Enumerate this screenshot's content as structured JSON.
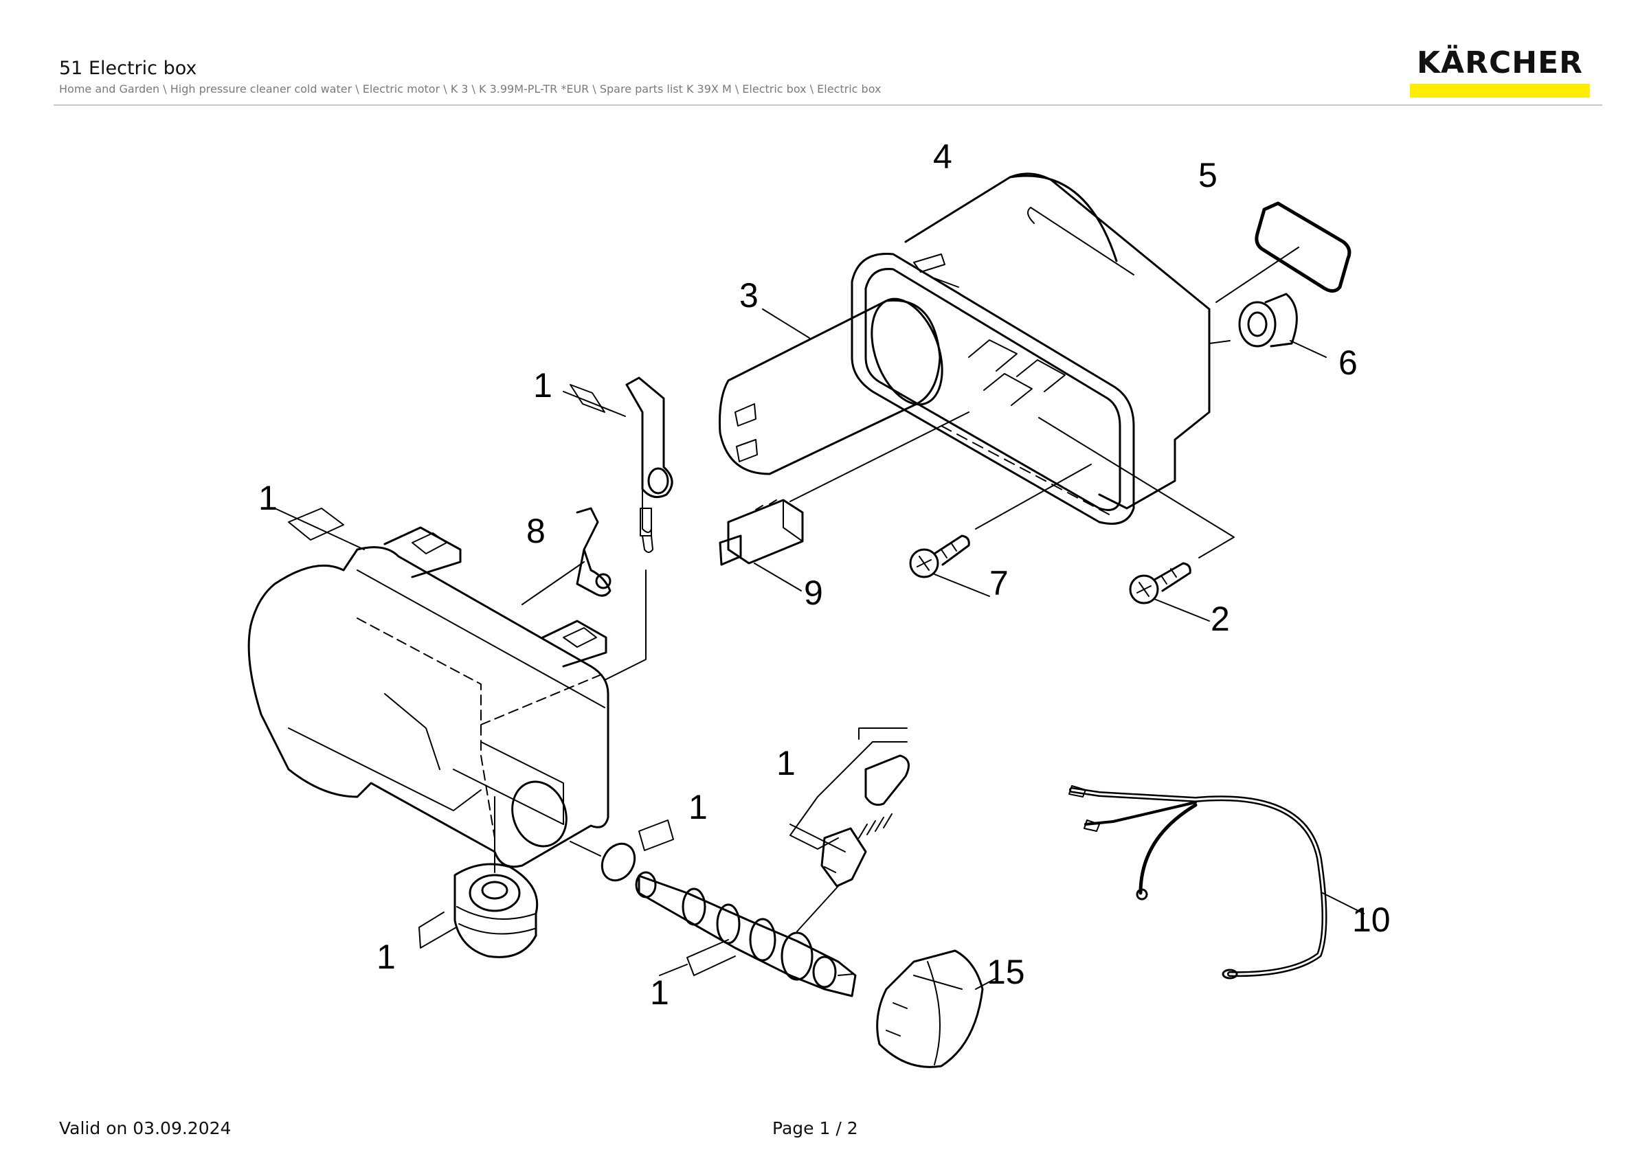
{
  "header": {
    "title": "51 Electric box",
    "breadcrumb": "Home and Garden \\ High pressure cleaner cold water \\ Electric motor \\ K 3 \\ K 3.99M-PL-TR *EUR \\ Spare parts list K 39X M \\ Electric box \\ Electric box"
  },
  "brand": {
    "logo_text": "KÄRCHER",
    "accent_color": "#FFED00"
  },
  "diagram": {
    "callouts": [
      {
        "label": "4"
      },
      {
        "label": "5"
      },
      {
        "label": "3"
      },
      {
        "label": "6"
      },
      {
        "label": "1"
      },
      {
        "label": "1"
      },
      {
        "label": "8"
      },
      {
        "label": "9"
      },
      {
        "label": "7"
      },
      {
        "label": "2"
      },
      {
        "label": "1"
      },
      {
        "label": "1"
      },
      {
        "label": "10"
      },
      {
        "label": "1"
      },
      {
        "label": "15"
      },
      {
        "label": "1"
      }
    ]
  },
  "footer": {
    "valid": "Valid on 03.09.2024",
    "page": "Page 1 / 2"
  }
}
